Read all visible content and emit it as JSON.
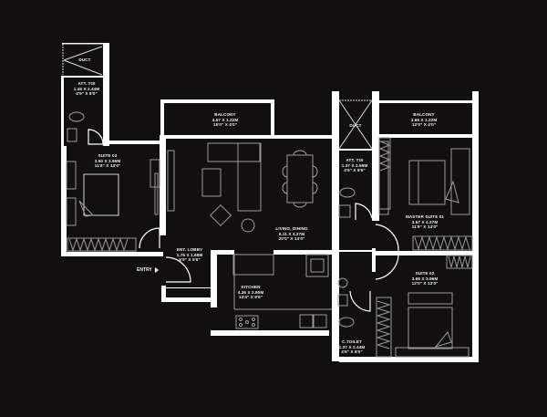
{
  "plan": {
    "background": "#120f10",
    "wall_color": "#ffffff",
    "furniture_color": "#9a9a9a"
  },
  "rooms": {
    "duct_left": {
      "name": "DUCT"
    },
    "att_toi_left": {
      "name": "ATT. TOI",
      "metric": "1.45 X 2.44M",
      "imperial": "4'9\" X 8'0\""
    },
    "suite_03": {
      "name": "SUITE 03",
      "metric": "3.50 X 3.96M",
      "imperial": "11'6\" X 13'0\""
    },
    "balcony_left": {
      "name": "BALCONY",
      "metric": "4.57 X 1.22M",
      "imperial": "15'0\" X 4'0\""
    },
    "living_dining": {
      "name": "LIVING, DINING",
      "metric": "6.11 X 4.27M",
      "imperial": "20'0\" X 14'0\""
    },
    "ent_lobby": {
      "name": "ENT. LOBBY",
      "metric": "1.75 X 1.68M",
      "imperial": "5'9\" X 5'6\""
    },
    "kitchen": {
      "name": "KITCHEN",
      "metric": "4.36 X 2.90M",
      "imperial": "14'4\" X 9'6\""
    },
    "duct_right": {
      "name": "DUCT"
    },
    "att_toi_right": {
      "name": "ATT. TOI",
      "metric": "1.37 X 2.59M",
      "imperial": "4'6\" X 8'6\""
    },
    "balcony_right": {
      "name": "BALCONY",
      "metric": "3.66 X 1.22M",
      "imperial": "12'0\" X 4'0\""
    },
    "master_suite_01": {
      "name": "MASTER SUITE 01",
      "metric": "3.57 X 4.27M",
      "imperial": "11'9\" X 14'0\""
    },
    "suite_02": {
      "name": "SUITE 02",
      "metric": "3.66 X 3.96M",
      "imperial": "12'0\" X 13'0\""
    },
    "c_toilet": {
      "name": "C.TOILET",
      "metric": "1.37 X 2.44M",
      "imperial": "4'6\" X 8'0\""
    }
  },
  "entry": {
    "label": "ENTRY",
    "icon": "arrow-right-icon"
  }
}
